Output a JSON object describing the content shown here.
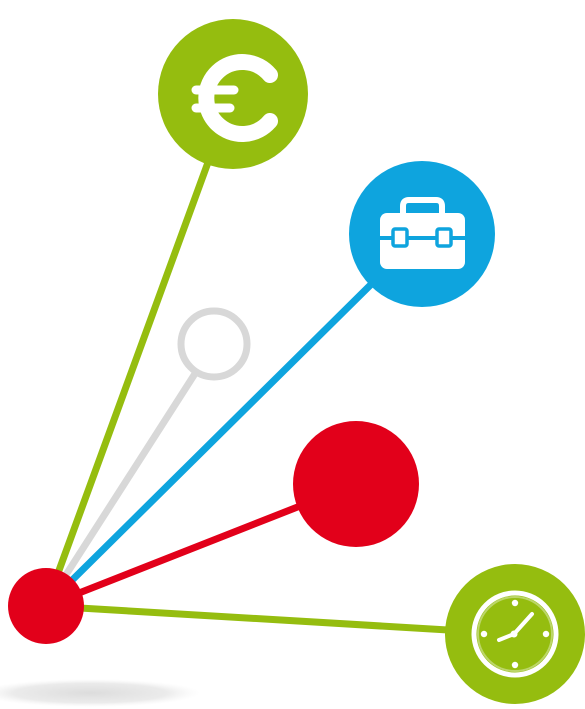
{
  "diagram": {
    "colors": {
      "green": "#95BD0F",
      "blue": "#0EA4DE",
      "red": "#E2001A",
      "grey": "#D8D8D8",
      "white": "#FFFFFF",
      "shadow": "#E4E4E4"
    },
    "hub": {
      "color_key": "red"
    },
    "nodes": [
      {
        "id": "euro",
        "icon": "euro-icon",
        "symbol": "€",
        "color_key": "green",
        "style": "filled"
      },
      {
        "id": "briefcase",
        "icon": "briefcase-icon",
        "color_key": "blue",
        "style": "filled"
      },
      {
        "id": "empty",
        "icon": "",
        "color_key": "grey",
        "style": "outline"
      },
      {
        "id": "red-dot",
        "icon": "",
        "color_key": "red",
        "style": "filled"
      },
      {
        "id": "clock",
        "icon": "clock-icon",
        "color_key": "green",
        "style": "filled"
      }
    ]
  }
}
